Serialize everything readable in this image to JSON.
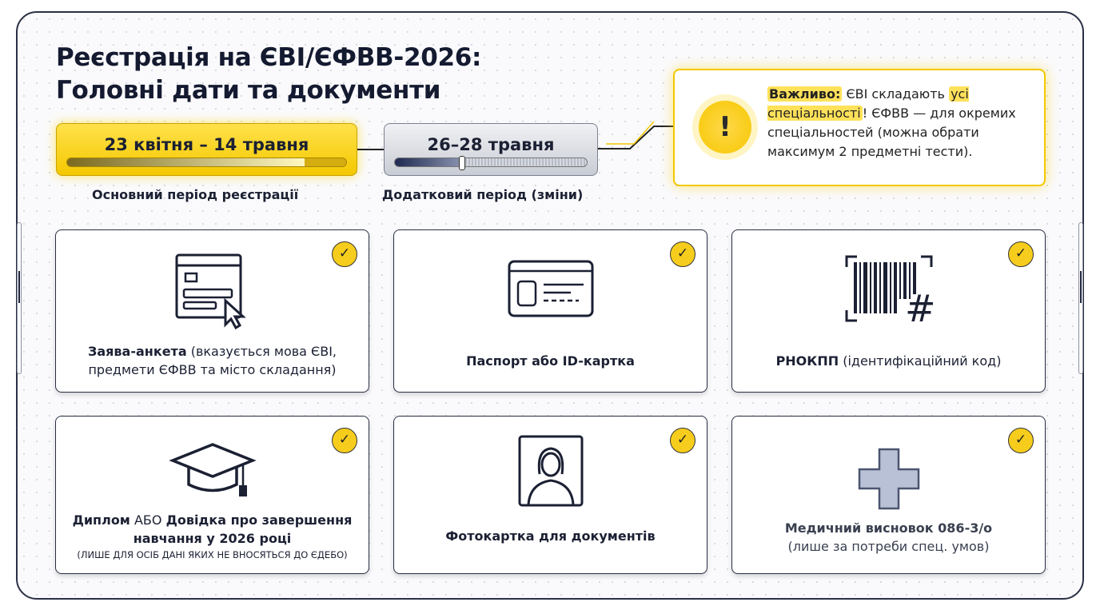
{
  "title": {
    "line1": "Реєстрація на ЄВІ/ЄФВВ-2026:",
    "line2": "Головні дати та документи"
  },
  "periods": [
    {
      "dates": "23 квітня – 14 травня",
      "label": "Основний період реєстрації",
      "progress": 0.85
    },
    {
      "dates": "26–28 травня",
      "label": "Додатковий період (зміни)",
      "progress": 0.35
    }
  ],
  "alert": {
    "icon": "exclamation-icon",
    "bold": "Важливо:",
    "t1": " ЄВІ складають ",
    "hl": "усі спеціальності",
    "t2": "! ЄФВВ — для окремих спеціальностей (можна обрати максимум 2 предметні тести)."
  },
  "cards": [
    {
      "icon": "form-icon",
      "bold": "Заява-анкета",
      "text": " (вказується мова ЄВІ, предмети ЄФВВ та місто складання)"
    },
    {
      "icon": "id-card-icon",
      "bold": "Паспорт або ID-картка",
      "text": ""
    },
    {
      "icon": "barcode-icon",
      "bold": "РНОКПП",
      "text": " (ідентифікаційний код)"
    },
    {
      "icon": "graduation-cap-icon",
      "bold": "Диплом",
      "mid": " АБО ",
      "bold2": "Довідка про завершення навчання у 2026 році",
      "note": "(ЛИШЕ ДЛЯ ОСІБ ДАНІ ЯКИХ НЕ ВНОСЯТЬСЯ ДО ЄДЕБО)"
    },
    {
      "icon": "photo-icon",
      "bold": "Фотокартка для документів",
      "text": ""
    },
    {
      "icon": "medical-cross-icon",
      "bold": "Медичний висновок 086-3/о",
      "text": "(лише за потреби спец. умов)"
    }
  ],
  "check_glyph": "✓"
}
